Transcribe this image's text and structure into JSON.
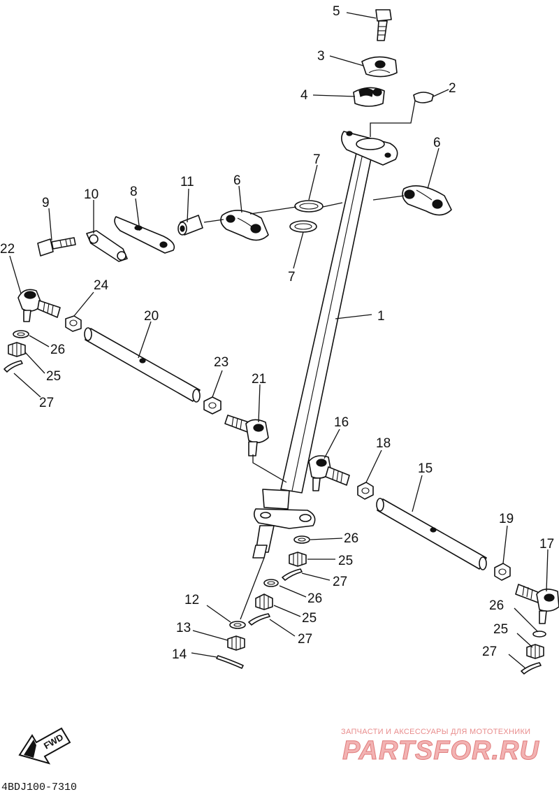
{
  "diagram_code": "4BDJ100-7310",
  "fwd_label": "FWD",
  "watermark": {
    "caption": "ЗАПЧАСТИ И АКСЕССУАРЫ ДЛЯ МОТОТЕХНИКИ",
    "brand": "PARTSFOR.RU"
  },
  "callouts": [
    {
      "id": "c5",
      "label": "5"
    },
    {
      "id": "c3",
      "label": "3"
    },
    {
      "id": "c4",
      "label": "4"
    },
    {
      "id": "c2",
      "label": "2"
    },
    {
      "id": "c6a",
      "label": "6"
    },
    {
      "id": "c6b",
      "label": "6"
    },
    {
      "id": "c7a",
      "label": "7"
    },
    {
      "id": "c7b",
      "label": "7"
    },
    {
      "id": "c11",
      "label": "11"
    },
    {
      "id": "c8",
      "label": "8"
    },
    {
      "id": "c10",
      "label": "10"
    },
    {
      "id": "c9",
      "label": "9"
    },
    {
      "id": "c22",
      "label": "22"
    },
    {
      "id": "c24",
      "label": "24"
    },
    {
      "id": "c1",
      "label": "1"
    },
    {
      "id": "c20",
      "label": "20"
    },
    {
      "id": "c26a",
      "label": "26"
    },
    {
      "id": "c25a",
      "label": "25"
    },
    {
      "id": "c27a",
      "label": "27"
    },
    {
      "id": "c23",
      "label": "23"
    },
    {
      "id": "c21",
      "label": "21"
    },
    {
      "id": "c16",
      "label": "16"
    },
    {
      "id": "c18",
      "label": "18"
    },
    {
      "id": "c15",
      "label": "15"
    },
    {
      "id": "c19",
      "label": "19"
    },
    {
      "id": "c17",
      "label": "17"
    },
    {
      "id": "c26b",
      "label": "26"
    },
    {
      "id": "c25b",
      "label": "25"
    },
    {
      "id": "c27b",
      "label": "27"
    },
    {
      "id": "c26c",
      "label": "26"
    },
    {
      "id": "c25c",
      "label": "25"
    },
    {
      "id": "c27c",
      "label": "27"
    },
    {
      "id": "c12",
      "label": "12"
    },
    {
      "id": "c13",
      "label": "13"
    },
    {
      "id": "c14",
      "label": "14"
    },
    {
      "id": "c26d",
      "label": "26"
    },
    {
      "id": "c25d",
      "label": "25"
    },
    {
      "id": "c27d",
      "label": "27"
    }
  ]
}
